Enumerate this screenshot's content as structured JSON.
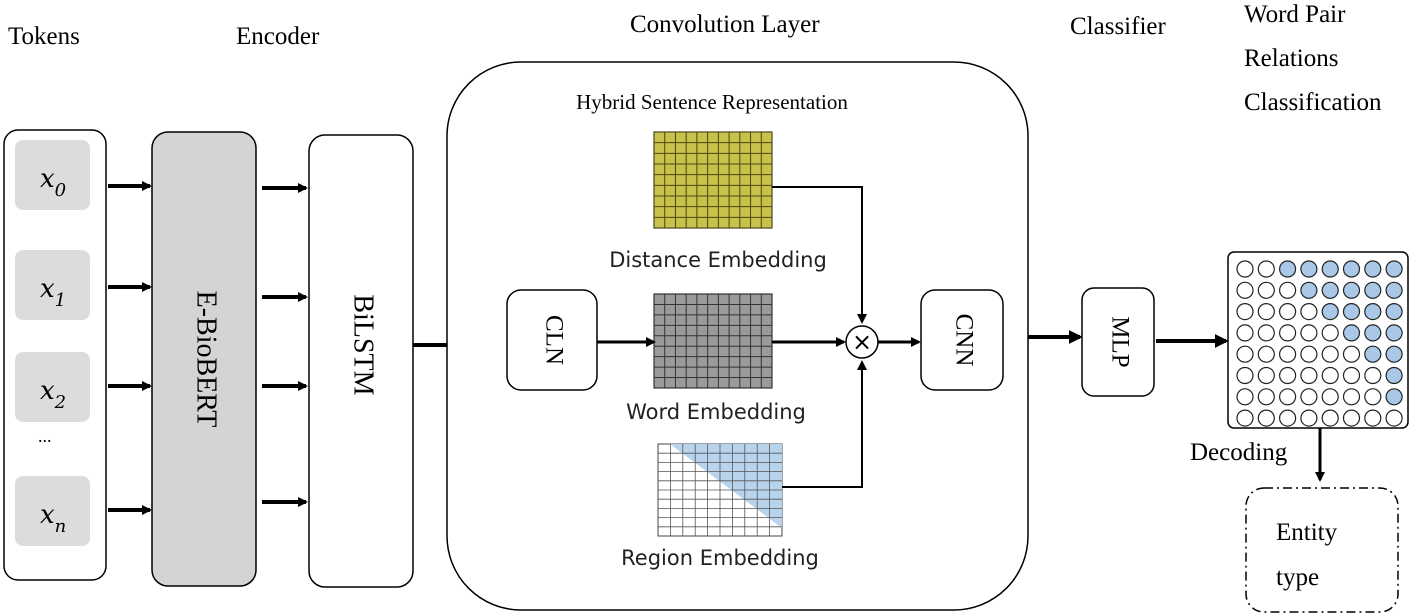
{
  "stages": {
    "tokens": "Tokens",
    "encoder": "Encoder",
    "convolution": "Convolution Layer",
    "classifier": "Classifier",
    "wordpair": [
      "Word Pair",
      "Relations",
      "Classification"
    ]
  },
  "tokens": [
    {
      "base": "x",
      "sub": "0"
    },
    {
      "base": "x",
      "sub": "1"
    },
    {
      "base": "x",
      "sub": "2"
    },
    {
      "base": "x",
      "sub": "n"
    }
  ],
  "tokens_ellipsis": "...",
  "encoder": {
    "bert": "E-BioBERT",
    "bilstm": "BiLSTM"
  },
  "convolution": {
    "hybrid_title": "Hybrid Sentence Representation",
    "cln": "CLN",
    "cnn": "CNN",
    "operator": "×",
    "distance_label": "Distance Embedding",
    "word_label": "Word Embedding",
    "region_label": "Region Embedding"
  },
  "classifier": {
    "mlp": "MLP"
  },
  "decoding": "Decoding",
  "output": {
    "line1": "Entity",
    "line2": "type"
  },
  "colors": {
    "distance_fill": "#c8c24a",
    "word_fill": "#9a9a9a",
    "region_fill": "#b8d3ec",
    "relation_fill": "#a9c8e8",
    "token_fill": "#dcdcdc",
    "bert_fill": "#d4d4d4"
  },
  "relation_grid": [
    "0111111",
    "0011111",
    "0001111",
    "0000111",
    "0000011",
    "0000001",
    "0000001",
    "0000000"
  ]
}
